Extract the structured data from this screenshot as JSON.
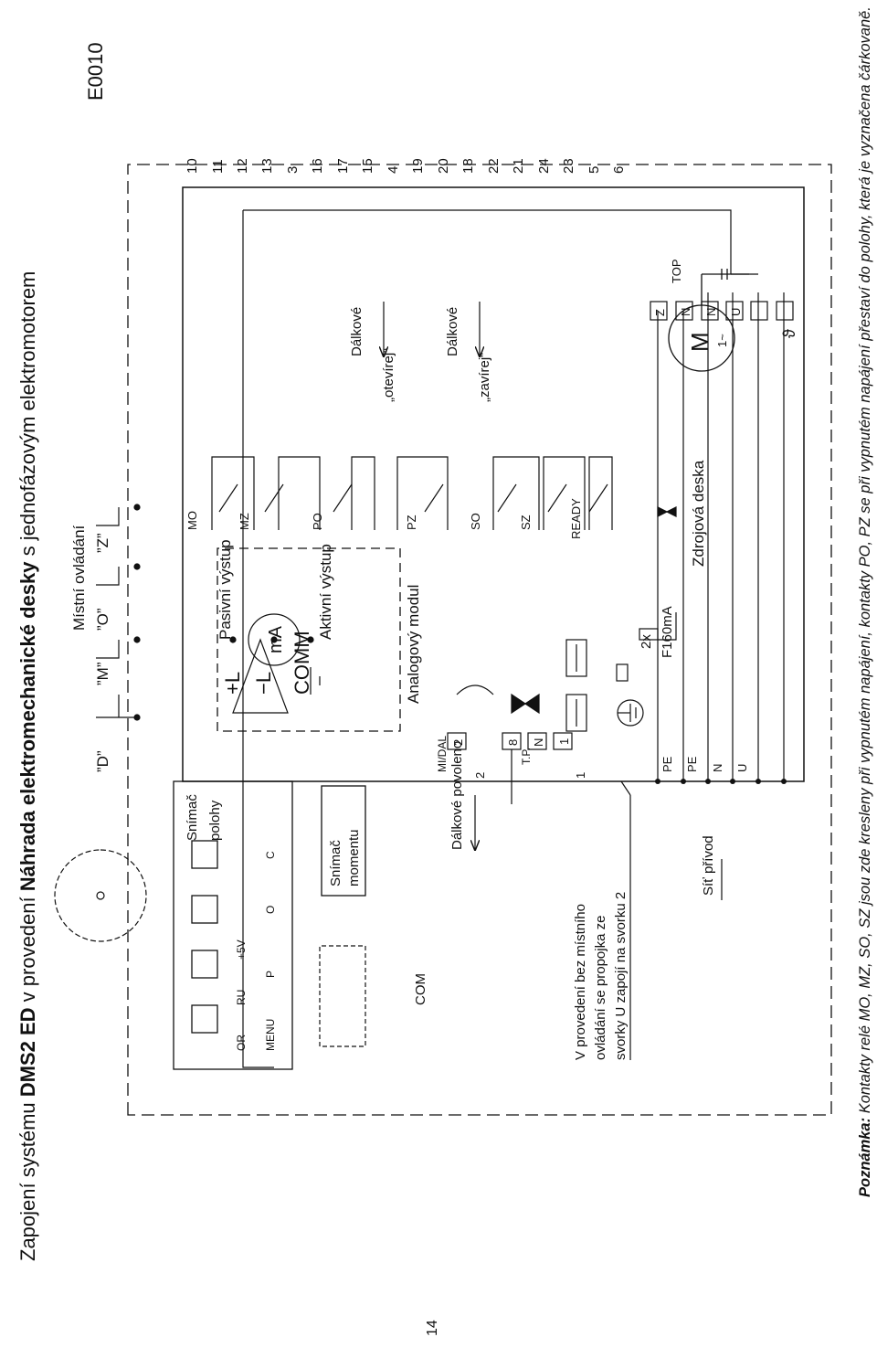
{
  "title": {
    "prefix": "Zapojení systému ",
    "bold1": "DMS2 ED",
    "mid": " v provedení ",
    "bold2": "Náhrada elektromechanické desky",
    "suffix": " s jednofázovým elektromotorem"
  },
  "code": "E0010",
  "page_number": "14",
  "note": {
    "label": "Poznámka:",
    "text": " Kontakty relé MO, MZ, SO, SZ jsou zde kresleny při vypnutém napájení, kontakty PO, PZ se při vypnutém napájení přestaví do polohy, která je vyznačena čárkovaně."
  },
  "local_control": {
    "title": "Místní ovládání",
    "d": "”D”",
    "m": "”M”",
    "o": "”O”",
    "z": "”Z”"
  },
  "position_sensor": {
    "title_line1": "Snímač",
    "title_line2": "polohy",
    "led_or": "OR",
    "led_ru": "RU",
    "led_5v": "+5V",
    "btn_menu": "MENU",
    "btn_p": "P",
    "btn_o": "O",
    "btn_c": "C",
    "com": "COM"
  },
  "torque_sensor": {
    "line1": "Snímač",
    "line2": "momentu"
  },
  "remote_allowed": "Dálkové povoleno",
  "supply_label": "Síť přívod",
  "local_note": {
    "line1": "V provedení bez místního",
    "line2": "ovládání se propojka ze",
    "line3": "svorky U zapojí na svorku 2"
  },
  "analog_module": {
    "title": "Analogový modul",
    "passive": "Pasivní výstup",
    "active": "Aktivní výstup",
    "plus_l": "+L",
    "minus_l": "−L",
    "comm": "COMM",
    "meter": "mA"
  },
  "power_board": {
    "title": "Zdrojová deska",
    "fuse_qty": "2x",
    "fuse": "F160mA",
    "pe1": "PE",
    "pe2": "PE",
    "n": "N",
    "u": "U",
    "top": "TOP",
    "tp": "T.P."
  },
  "left_terminals": [
    {
      "box": "2",
      "num": "2",
      "label": "MI/DAL"
    },
    {
      "box": "8",
      "num": "",
      "label": "T.P."
    },
    {
      "box": "N",
      "num": "",
      "label": ""
    },
    {
      "box": "1",
      "num": "1",
      "label": ""
    }
  ],
  "right_boxes": [
    "Z",
    "N",
    "N",
    "U",
    "",
    ""
  ],
  "relays": [
    {
      "name": "MO",
      "pins": [
        "10",
        "11"
      ]
    },
    {
      "name": "MZ",
      "pins": [
        "12",
        "13"
      ]
    },
    {
      "name": "PO",
      "pins": [
        "16",
        "17",
        "15"
      ]
    },
    {
      "name": "PZ",
      "pins": [
        "19",
        "20",
        "18"
      ]
    },
    {
      "name": "SO",
      "pins": [
        "22",
        "21"
      ]
    },
    {
      "name": "SZ",
      "pins": [
        "24",
        "23"
      ]
    },
    {
      "name": "READY",
      "pins": [
        "5",
        "6"
      ]
    }
  ],
  "extra_pins": [
    "3",
    "4"
  ],
  "remote_open": {
    "line1": "Dálkové",
    "line2": "„otevírej“"
  },
  "remote_close": {
    "line1": "Dálkové",
    "line2": "„zavírej“"
  },
  "motor": {
    "label": "M",
    "phase": "1~"
  },
  "thermal": "ϑ"
}
